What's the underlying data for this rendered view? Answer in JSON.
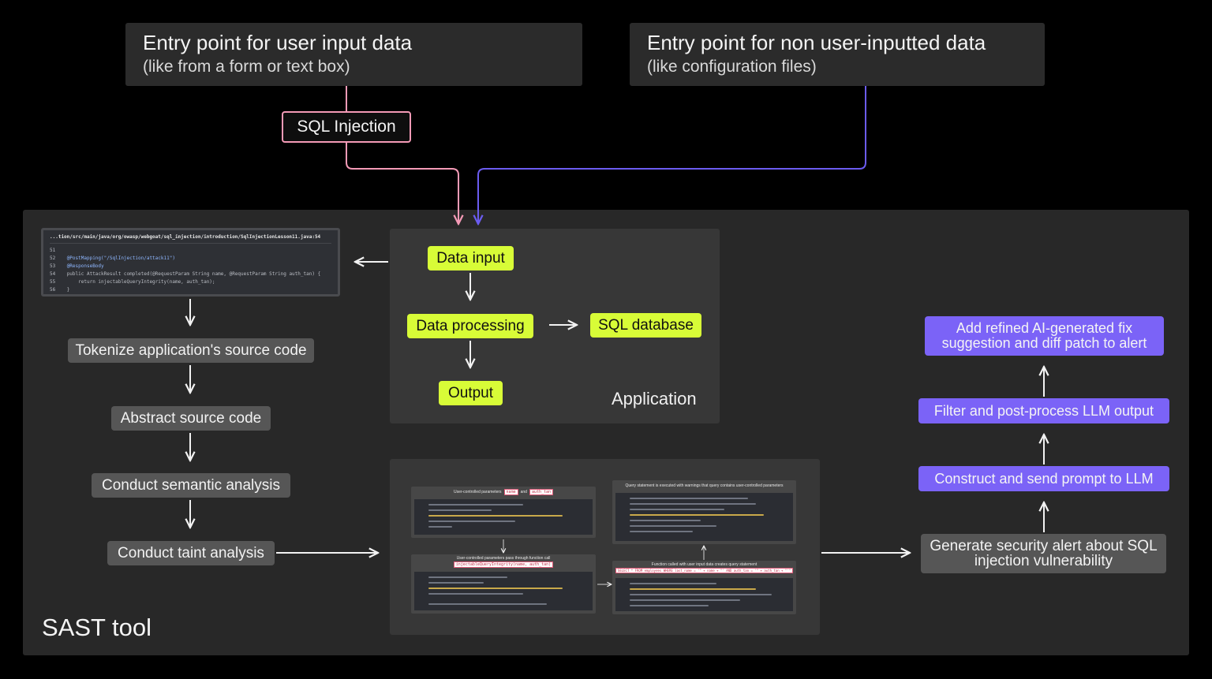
{
  "entry_points": [
    {
      "title": "Entry point for user input data",
      "subtitle": "(like from a form or text box)"
    },
    {
      "title": "Entry point for non user-inputted data",
      "subtitle": "(like configuration files)"
    }
  ],
  "sql_injection_label": "SQL Injection",
  "application": {
    "label": "Application",
    "data_input": "Data input",
    "data_processing": "Data processing",
    "sql_database": "SQL database",
    "output": "Output"
  },
  "sast": {
    "label": "SAST tool",
    "code_snippet": {
      "path": "...tion/src/main/java/org/owasp/webgoat/sql_injection/introduction/SqlInjectionLesson11.java:54",
      "lines": [
        {
          "num": "51",
          "text": ""
        },
        {
          "num": "52",
          "text": "@PostMapping(\"/SqlInjection/attack11\")"
        },
        {
          "num": "53",
          "text": "@ResponseBody"
        },
        {
          "num": "54",
          "text": "public AttackResult completed(@RequestParam String name, @RequestParam String auth_tan) {"
        },
        {
          "num": "55",
          "text": "    return injectableQueryIntegrity(name, auth_tan);"
        },
        {
          "num": "56",
          "text": "}"
        }
      ]
    },
    "steps": [
      "Tokenize application's source code",
      "Abstract source code",
      "Conduct semantic analysis",
      "Conduct taint analysis"
    ],
    "taint_cards": {
      "card1_title": "User-controlled parameters",
      "card1_tag1": "name",
      "card1_and": "and",
      "card1_tag2": "auth_tan",
      "card2_title": "User-controlled parameters pass through function call",
      "card2_tag": "injectableQueryIntegrity(name, auth_tan)",
      "card3_title": "Query statement is executed with warnings that query contains user-controlled parameters",
      "card4_title": "Function called with user input data creates query statement",
      "card4_tag": "SELECT * FROM employees WHERE last_name = '\" + name + \"' AND auth_tan = '\" + auth_tan + \"'\""
    }
  },
  "llm_pipeline": [
    "Generate security alert about SQL injection vulnerability",
    "Construct and send prompt to LLM",
    "Filter and post-process LLM output",
    "Add refined AI-generated fix suggestion and diff patch to alert"
  ],
  "colors": {
    "background": "#000000",
    "panel": "#282828",
    "green_chip": "#d8fc37",
    "purple_chip": "#7b63f7",
    "gray_chip": "#565656",
    "pink_wire": "#f49ab6",
    "purple_wire": "#6b5cf0"
  }
}
